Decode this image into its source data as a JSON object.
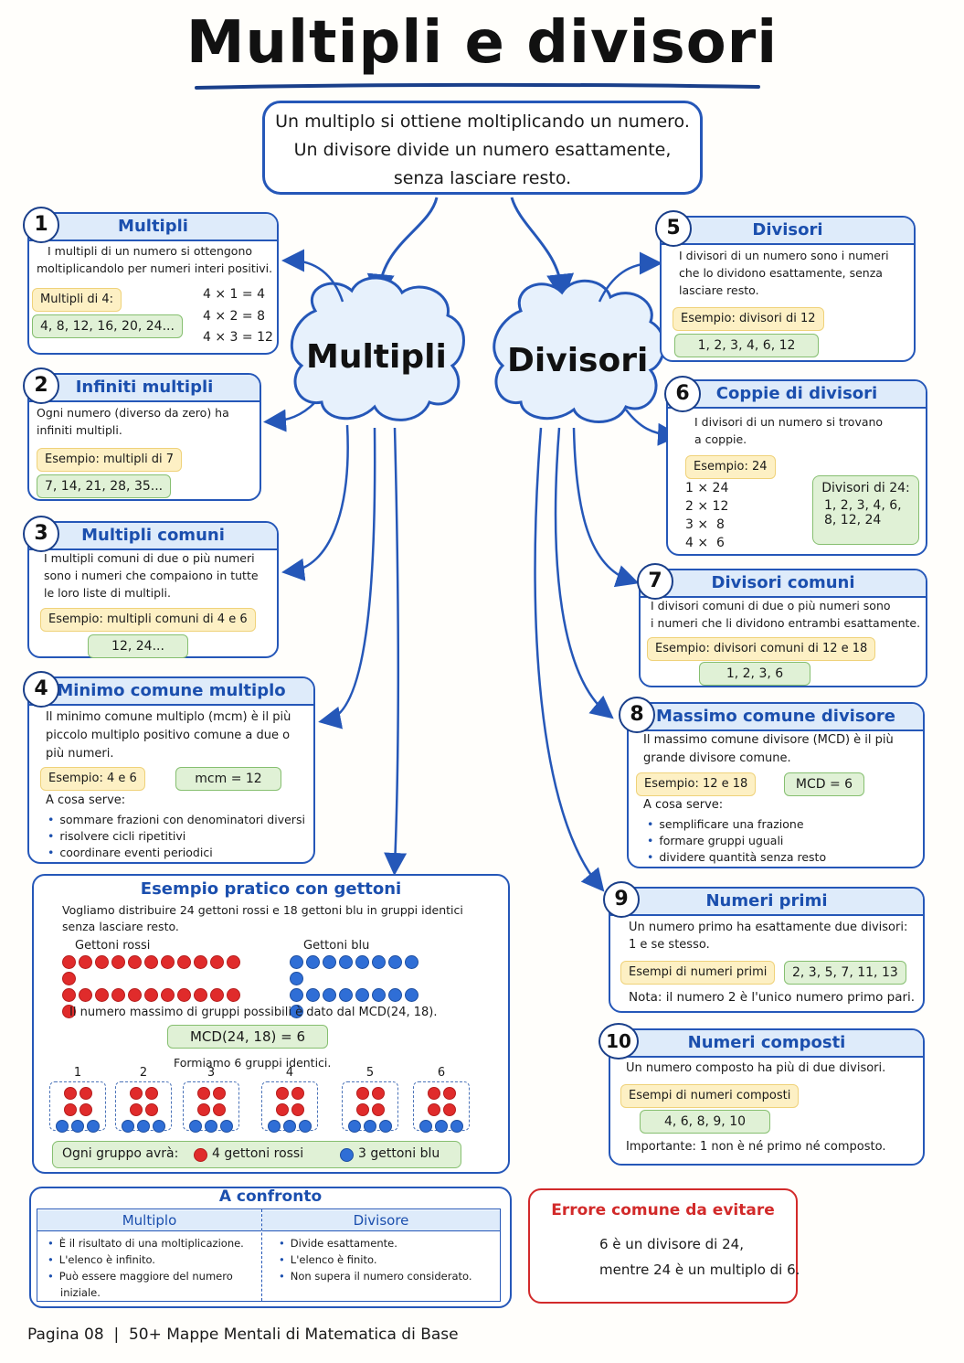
{
  "title": "Multipli e divisori",
  "intro": [
    "Un multiplo si ottiene moltiplicando un numero.",
    "Un divisore divide un numero esattamente,",
    "senza lasciare resto."
  ],
  "clouds": {
    "left": "Multipli",
    "right": "Divisori"
  },
  "cards": {
    "c1": {
      "num": "1",
      "title": "Multipli",
      "text": [
        "I multipli di un numero si ottengono",
        "moltiplicandolo per numeri interi positivi."
      ],
      "label": "Multipli di 4:",
      "values": "4, 8, 12, 16, 20, 24...",
      "ops": [
        "4 × 1 = 4",
        "4 × 2 = 8",
        "4 × 3 = 12"
      ]
    },
    "c2": {
      "num": "2",
      "title": "Infiniti multipli",
      "text": [
        "Ogni numero (diverso da zero) ha",
        "infiniti multipli."
      ],
      "label": "Esempio: multipli di 7",
      "values": "7, 14, 21, 28, 35..."
    },
    "c3": {
      "num": "3",
      "title": "Multipli comuni",
      "text": [
        "I multipli comuni di due o più numeri",
        "sono i numeri che compaiono in tutte",
        "le loro liste di multipli."
      ],
      "label": "Esempio: multipli comuni di 4 e 6",
      "values": "12, 24..."
    },
    "c4": {
      "num": "4",
      "title": "Minimo comune multiplo",
      "text": [
        "Il minimo comune multiplo (mcm) è il più",
        "piccolo multiplo positivo comune a due o",
        "più numeri."
      ],
      "label": "Esempio: 4 e 6",
      "values": "mcm = 12",
      "uses_title": "A cosa serve:",
      "uses": [
        "sommare frazioni con denominatori diversi",
        "risolvere cicli ripetitivi",
        "coordinare eventi periodici"
      ]
    },
    "c5": {
      "num": "5",
      "title": "Divisori",
      "text": [
        "I divisori di un numero sono i numeri",
        "che lo dividono esattamente, senza",
        "lasciare resto."
      ],
      "label": "Esempio: divisori di 12",
      "values": "1, 2, 3, 4, 6, 12"
    },
    "c6": {
      "num": "6",
      "title": "Coppie di divisori",
      "text": [
        "I divisori di un numero si trovano",
        "a coppie."
      ],
      "label": "Esempio: 24",
      "pairs": [
        "1 × 24",
        "2 × 12",
        "3 ×  8",
        "4 ×  6"
      ],
      "box_title": "Divisori di 24:",
      "box_values": [
        "1, 2, 3, 4, 6,",
        "8, 12, 24"
      ]
    },
    "c7": {
      "num": "7",
      "title": "Divisori comuni",
      "text": [
        "I divisori comuni di due o più numeri sono",
        "i numeri che li dividono entrambi esattamente."
      ],
      "label": "Esempio: divisori comuni di 12 e 18",
      "values": "1, 2, 3, 6"
    },
    "c8": {
      "num": "8",
      "title": "Massimo comune divisore",
      "text": [
        "Il massimo comune divisore (MCD) è il più",
        "grande divisore comune."
      ],
      "label": "Esempio: 12 e 18",
      "values": "MCD = 6",
      "uses_title": "A cosa serve:",
      "uses": [
        "semplificare una frazione",
        "formare gruppi uguali",
        "dividere quantità senza resto"
      ]
    },
    "c9": {
      "num": "9",
      "title": "Numeri primi",
      "text": [
        "Un numero primo ha esattamente due divisori:",
        "1 e se stesso."
      ],
      "label": "Esempi di numeri primi",
      "values": "2, 3, 5, 7, 11, 13",
      "note": "Nota: il numero 2 è l'unico numero primo pari."
    },
    "c10": {
      "num": "10",
      "title": "Numeri composti",
      "text": [
        "Un numero composto ha più di due divisori."
      ],
      "label": "Esempi di numeri composti",
      "values": "4, 6, 8, 9, 10",
      "note": "Importante: 1 non è né primo né composto."
    }
  },
  "example": {
    "title": "Esempio pratico con gettoni",
    "text": [
      "Vogliamo distribuire 24 gettoni rossi e 18 gettoni blu in gruppi identici",
      "senza lasciare resto."
    ],
    "red_label": "Gettoni rossi",
    "blue_label": "Gettoni blu",
    "red_count": 24,
    "blue_count": 18,
    "mcd_text": "Il numero massimo di gruppi possibili è dato dal MCD(24, 18).",
    "mcd_box": "MCD(24, 18) = 6",
    "groups_text": "Formiamo 6 gruppi identici.",
    "group_labels": [
      "1",
      "2",
      "3",
      "4",
      "5",
      "6"
    ],
    "summary_label": "Ogni gruppo avrà:",
    "summary_red": "4 gettoni rossi",
    "summary_blue": "3 gettoni blu"
  },
  "comparison": {
    "title": "A confronto",
    "col1": "Multiplo",
    "col2": "Divisore",
    "col1_items": [
      "È il risultato di una moltiplicazione.",
      "L'elenco è infinito.",
      "Può essere maggiore del numero",
      "iniziale."
    ],
    "col2_items": [
      "Divide esattamente.",
      "L'elenco è finito.",
      "Non supera il numero considerato."
    ]
  },
  "error": {
    "title": "Errore comune da evitare",
    "lines": [
      "6 è un divisore di 24,",
      "mentre 24 è un multiplo di 6."
    ]
  },
  "footer": "Pagina 08  |  50+ Mappe Mentali di Matematica di Base",
  "colors": {
    "blue": "#2557b8",
    "red": "#d22a2a",
    "yellow": "#fdf0c4",
    "green": "#e0f1d6"
  }
}
